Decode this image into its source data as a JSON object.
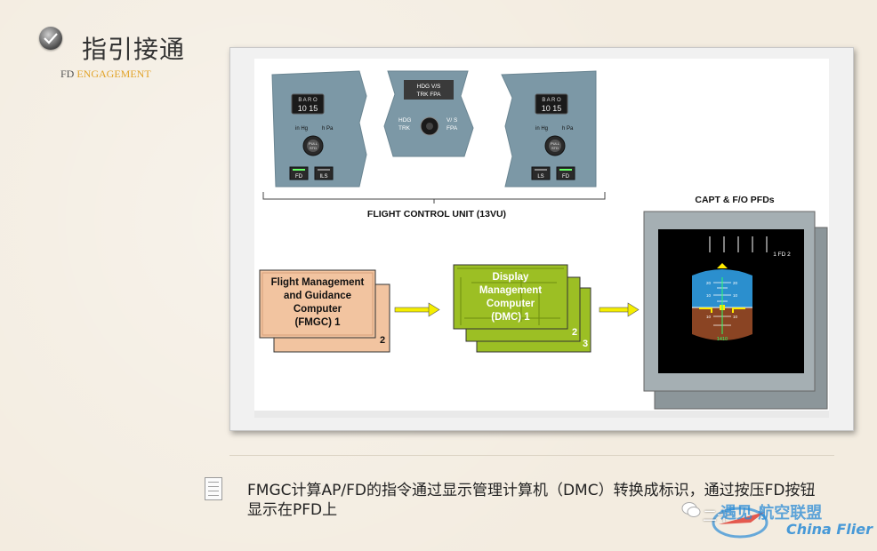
{
  "header": {
    "title": "指引接通",
    "subtitle_prefix": "FD",
    "subtitle_highlight": "ENGAGEMENT"
  },
  "diagram": {
    "baro_label": "B A R O",
    "baro_value": "10 15",
    "in_hg": "in Hg",
    "h_pa": "h Pa",
    "pull_std": "PULL STD",
    "btn_fd": "FD",
    "btn_ils": "ILS",
    "btn_ls": "LS",
    "center_top1": "HDG  V/S",
    "center_top2": "TRK  FPA",
    "center_left1": "HDG",
    "center_left2": "TRK",
    "center_right1": "V/ S",
    "center_right2": "FPA",
    "fcu_caption": "FLIGHT CONTROL UNIT (13VU)",
    "pfd_caption": "CAPT & F/O PFDs",
    "pfd_fd": "1 FD 2",
    "fmgc_lines": [
      "Flight Management",
      "and Guidance",
      "Computer",
      "(FMGC) 1"
    ],
    "fmgc_2": "2",
    "dmc_lines": [
      "Display",
      "Management",
      "Computer",
      "(DMC) 1"
    ],
    "dmc_2": "2",
    "dmc_3": "3",
    "pitch_marks": [
      "20",
      "10",
      "10",
      "10",
      "10",
      "20"
    ],
    "alt_bottom": "1410"
  },
  "note": {
    "text": "FMGC计算AP/FD的指令通过显示管理计算机（DMC）转换成标识，通过按压FD按钮显示在PFD上"
  },
  "watermark": {
    "left_text": "二十",
    "cn_text": "遇见 航空联盟",
    "en_text": "China Flier"
  },
  "colors": {
    "panel": "#7c98a6",
    "fmgc": "#f2c4a0",
    "dmc": "#9cbf24",
    "sky": "#2b8fce",
    "ground": "#8a4423",
    "accent": "#e2a42a"
  }
}
